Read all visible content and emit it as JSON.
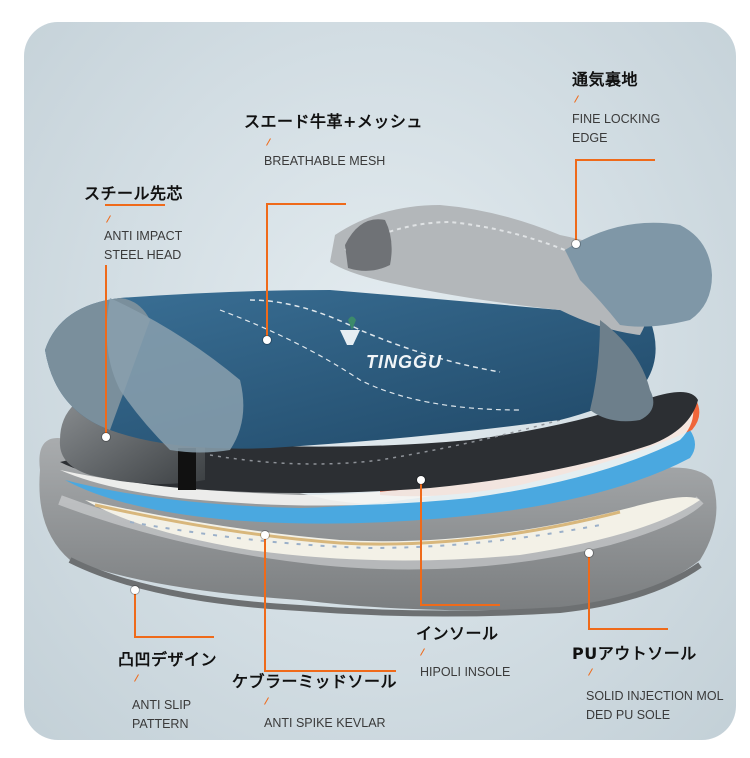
{
  "brand": {
    "name": "TINGGU"
  },
  "labels": {
    "steel": {
      "jp": "スチール先芯",
      "en1": "ANTI IMPACT",
      "en2": "STEEL HEAD"
    },
    "mesh": {
      "jp": "スエード牛革+メッシュ",
      "en1": "BREATHABLE MESH"
    },
    "lining": {
      "jp": "通気裏地",
      "en1": "FINE LOCKING",
      "en2": "EDGE"
    },
    "pattern": {
      "jp": "凸凹デザイン",
      "en1": "ANTI SLIP",
      "en2": "PATTERN"
    },
    "kevlar": {
      "jp": "ケブラーミッドソール",
      "en1": "ANTI SPIKE KEVLAR"
    },
    "insole": {
      "jp": "インソール",
      "en1": "HIPOLI INSOLE"
    },
    "pu": {
      "jp": "PUアウトソール",
      "en1": "SOLID INJECTION MOL",
      "en2": "DED PU SOLE"
    }
  },
  "colors": {
    "accent": "#ef6a1a",
    "upper": "#2f5f82",
    "suede": "#7f97a7",
    "sole": "#8d9092",
    "insole_top": "#2c2f33",
    "insole_red": "#e0532a"
  }
}
